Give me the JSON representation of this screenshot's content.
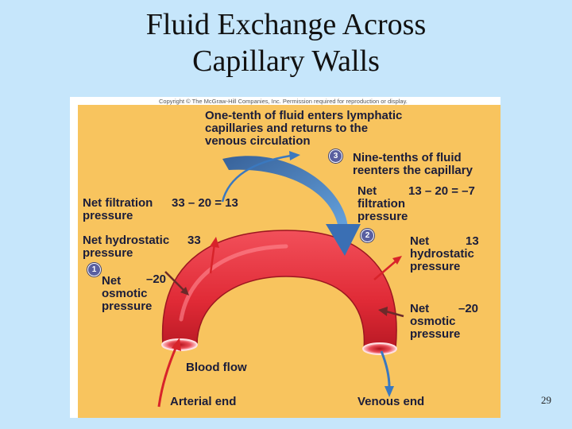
{
  "slide": {
    "title_line1": "Fluid Exchange Across",
    "title_line2": "Capillary Walls",
    "page_number": "29"
  },
  "figure": {
    "copyright": "Copyright © The McGraw-Hill Companies, Inc. Permission required for reproduction or display.",
    "lymph_text": [
      "One-tenth of fluid enters lymphatic",
      "capillaries and returns to the",
      "venous circulation"
    ],
    "reenter_text": [
      "Nine-tenths of fluid",
      "reenters the capillary"
    ],
    "arterial": {
      "net_filtration_label": [
        "Net filtration",
        "pressure"
      ],
      "net_filtration_value": "33 – 20 = 13",
      "hydrostatic_label": [
        "Net hydrostatic",
        "pressure"
      ],
      "hydrostatic_value": "33",
      "osmotic_label": [
        "Net",
        "osmotic",
        "pressure"
      ],
      "osmotic_value": "–20"
    },
    "venous": {
      "net_filtration_label": [
        "Net",
        "filtration",
        "pressure"
      ],
      "net_filtration_value": "13 – 20 = –7",
      "hydrostatic_label": [
        "Net",
        "hydrostatic",
        "pressure"
      ],
      "hydrostatic_value": "13",
      "osmotic_label": [
        "Net",
        "osmotic",
        "pressure"
      ],
      "osmotic_value": "–20"
    },
    "blood_flow": "Blood flow",
    "arterial_end": "Arterial end",
    "venous_end": "Venous end",
    "steps": [
      "1",
      "2",
      "3"
    ]
  },
  "colors": {
    "background": "#c6e6fb",
    "panel": "#f8c45e",
    "vessel": "#e8323c",
    "arrow_blue": "#3a78bf",
    "arrow_red": "#d8232a",
    "text": "#1b1d3a"
  }
}
